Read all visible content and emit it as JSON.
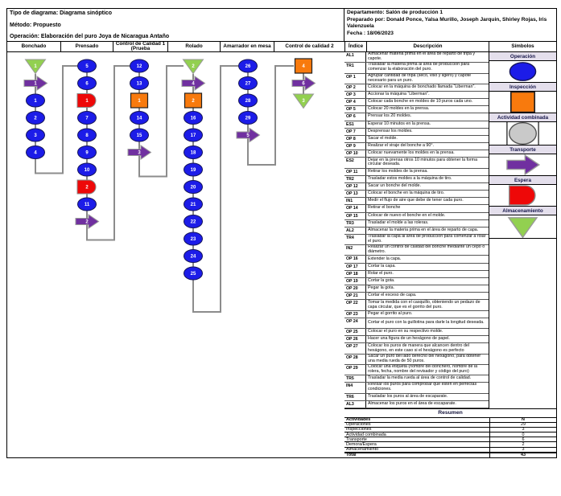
{
  "meta": {
    "tipo": "Tipo de diagrama: Diagrama sinóptico",
    "metodo": "Método: Propuesto",
    "operacion": "Operación: Elaboración del puro Joya de Nicaragua Antaño",
    "departamento": "Departamento: Salón de producción 1",
    "preparado": "Preparado por: Donald Ponce, Yalsa Murillo, Joseph Jarquin, Shirley Rojas, Iris Valenzuela",
    "fecha": "Fecha : 18/06/2023"
  },
  "columns": [
    "Bonchado",
    "Prensado",
    "Control de Calidad 1 (Prueba",
    "Rolado",
    "Amarrador en mesa",
    "Control de calidad 2"
  ],
  "table_headers": {
    "indice": "Índice",
    "descripcion": "Descripción",
    "simbolos": "Símbolos"
  },
  "rows": [
    {
      "index": "AL1",
      "desc": "Almacenar materia prima en el área de reparto de tripa y capote.",
      "lines": 2
    },
    {
      "index": "TR1",
      "desc": "Trasladar la materia prima al área de producción para comenzar la elaboración del puro.",
      "lines": 2
    },
    {
      "index": "OP 1",
      "desc": "Agrupar cantidad de tripa (seco, viso y ligero) y capote necesario para un puro.",
      "lines": 2
    },
    {
      "index": "OP 2",
      "desc": "Colocar en la máquina de bonchado llamada “Liberman”.",
      "lines": 1
    },
    {
      "index": "OP 3",
      "desc": "Accionar la máquina “Liberman”.",
      "lines": 1
    },
    {
      "index": "OP 4",
      "desc": "Colocar cada bonche en moldes de 10 puros cada uno.",
      "lines": 1
    },
    {
      "index": "OP 5",
      "desc": "Colocar 20 moldes en la prensa.",
      "lines": 1
    },
    {
      "index": "OP 6",
      "desc": "Prensar los 20 moldes.",
      "lines": 1
    },
    {
      "index": "ES1",
      "desc": "Esperar 10 minutos en la prensa.",
      "lines": 1
    },
    {
      "index": "OP 7",
      "desc": "Desprensar los moldes.",
      "lines": 1
    },
    {
      "index": "OP 8",
      "desc": "Sacar el molde.",
      "lines": 1
    },
    {
      "index": "OP 9",
      "desc": "Realizar el viraje del bonche a 90°.",
      "lines": 1
    },
    {
      "index": "OP 10",
      "desc": "Colocar nuevamente los moldes en la prensa.",
      "lines": 1
    },
    {
      "index": "ES2",
      "desc": "Dejar en la prensa otros 10 minutos para obtener la forma circular deseada.",
      "lines": 2
    },
    {
      "index": "OP 11",
      "desc": "Retirar los moldes de la prensa.",
      "lines": 1
    },
    {
      "index": "TR2",
      "desc": "Trasladar estos moldes a la máquina de tiro.",
      "lines": 1
    },
    {
      "index": "OP 12",
      "desc": "Sacar un bonche del molde.",
      "lines": 1
    },
    {
      "index": "OP 13",
      "desc": "Colocar el bonche en la máquina de tiro.",
      "lines": 1
    },
    {
      "index": "IN1",
      "desc": "Medir el flujo de aire que debe de tener cada puro.",
      "lines": 1
    },
    {
      "index": "OP 14",
      "desc": "Retirar el bonche",
      "lines": 1
    },
    {
      "index": "OP 15",
      "desc": "Colocar de nuevo el bonche en el molde.",
      "lines": 1
    },
    {
      "index": "TR3",
      "desc": "Trasladar el molde a las roleras.",
      "lines": 1
    },
    {
      "index": "AL2",
      "desc": "Almacenar la materia prima en el área de reparto de capa.",
      "lines": 1
    },
    {
      "index": "TR4",
      "desc": "Trasladar la capa al área de producción para comenzar a rolar el puro.",
      "lines": 2
    },
    {
      "index": "IN2",
      "desc": "Realizar un control de calidad del bonche mediante un cepo o diámetro.",
      "lines": 2
    },
    {
      "index": "OP 16",
      "desc": "Extender la capa.",
      "lines": 1
    },
    {
      "index": "OP 17",
      "desc": "Cortar la capa.",
      "lines": 1
    },
    {
      "index": "OP 18",
      "desc": "Rolar el puro.",
      "lines": 1
    },
    {
      "index": "OP 19",
      "desc": "Cortar la gota.",
      "lines": 1
    },
    {
      "index": "OP 20",
      "desc": "Pegar la gota.",
      "lines": 1
    },
    {
      "index": "OP 21",
      "desc": "Cortar el exceso de capa.",
      "lines": 1
    },
    {
      "index": "OP 22",
      "desc": "Tomar la medida con el casquillo, obteniendo un pedazo de capa circular, que es el gorrito del puro.",
      "lines": 2
    },
    {
      "index": "OP 23",
      "desc": "Pegar el gorrito al puro.",
      "lines": 1
    },
    {
      "index": "OP 24",
      "desc": "Cortar el puro con la guillotina para darle la longitud deseada.",
      "lines": 2
    },
    {
      "index": "OP 25",
      "desc": "Colocar el puro en su respectivo molde.",
      "lines": 1
    },
    {
      "index": "OP 26",
      "desc": "Hacer una figura de un hexágono de papel.",
      "lines": 1
    },
    {
      "index": "OP 27",
      "desc": "Colocar los puros de manera que alcancen dentro del hexágono, en este caso si el hexágono es perfecto",
      "lines": 2
    },
    {
      "index": "OP 28",
      "desc": "Sacar un puro del lado derecho del hexágono, para obtener una media rueda de 50 puros.",
      "lines": 2
    },
    {
      "index": "OP 29",
      "desc": "Colocar una etiqueta (nombre del bonchero, nombre de la rolera, fecha, nombre del revisador y código del puro)",
      "lines": 2
    },
    {
      "index": "TR5",
      "desc": "Trasladar la media rueda al área de control de calidad.",
      "lines": 1
    },
    {
      "index": "IN4",
      "desc": "Revisar los puros para comprobar que estén en perfectas condiciones.",
      "lines": 2
    },
    {
      "index": "TR6",
      "desc": "Trasladar los puros al área de escaparate.",
      "lines": 1
    },
    {
      "index": "AL3",
      "desc": "Almacenar los puros en el área de escaparate.",
      "lines": 1
    }
  ],
  "legend": [
    {
      "label": "Operación",
      "symbol": "operation"
    },
    {
      "label": "Inspección",
      "symbol": "inspection"
    },
    {
      "label": "Actividad combinada",
      "symbol": "combined"
    },
    {
      "label": "Transporte",
      "symbol": "transport"
    },
    {
      "label": "Espera",
      "symbol": "delay"
    },
    {
      "label": "Almacenamiento",
      "symbol": "storage"
    }
  ],
  "flowchart": {
    "columns": [
      [
        {
          "t": "storage",
          "n": "1"
        },
        {
          "t": "transport",
          "n": "1"
        },
        {
          "t": "operation",
          "n": "1"
        },
        {
          "t": "operation",
          "n": "2"
        },
        {
          "t": "operation",
          "n": "3"
        },
        {
          "t": "operation",
          "n": "4"
        }
      ],
      [
        {
          "t": "operation",
          "n": "5"
        },
        {
          "t": "operation",
          "n": "6"
        },
        {
          "t": "delay",
          "n": "1"
        },
        {
          "t": "operation",
          "n": "7"
        },
        {
          "t": "operation",
          "n": "8"
        },
        {
          "t": "operation",
          "n": "9"
        },
        {
          "t": "operation",
          "n": "10"
        },
        {
          "t": "delay",
          "n": "2"
        },
        {
          "t": "operation",
          "n": "11"
        },
        {
          "t": "transport",
          "n": "2"
        }
      ],
      [
        {
          "t": "operation",
          "n": "12"
        },
        {
          "t": "operation",
          "n": "13"
        },
        {
          "t": "inspection",
          "n": "1"
        },
        {
          "t": "operation",
          "n": "14"
        },
        {
          "t": "operation",
          "n": "15"
        },
        {
          "t": "transport",
          "n": "3"
        }
      ],
      [
        {
          "t": "storage",
          "n": "2"
        },
        {
          "t": "transport",
          "n": "4"
        },
        {
          "t": "inspection",
          "n": "2"
        },
        {
          "t": "operation",
          "n": "16"
        },
        {
          "t": "operation",
          "n": "17"
        },
        {
          "t": "operation",
          "n": "18"
        },
        {
          "t": "operation",
          "n": "19"
        },
        {
          "t": "operation",
          "n": "20"
        },
        {
          "t": "operation",
          "n": "21"
        },
        {
          "t": "operation",
          "n": "22"
        },
        {
          "t": "operation",
          "n": "23"
        },
        {
          "t": "operation",
          "n": "24"
        },
        {
          "t": "operation",
          "n": "25"
        }
      ],
      [
        {
          "t": "operation",
          "n": "26"
        },
        {
          "t": "operation",
          "n": "27"
        },
        {
          "t": "operation",
          "n": "28"
        },
        {
          "t": "operation",
          "n": "29"
        },
        {
          "t": "transport",
          "n": "5"
        }
      ],
      [
        {
          "t": "inspection",
          "n": "4"
        },
        {
          "t": "transport",
          "n": "6"
        },
        {
          "t": "storage",
          "n": "3"
        }
      ]
    ]
  },
  "resumen": {
    "title": "Resumen",
    "header": [
      "Actividades",
      "N"
    ],
    "rows": [
      [
        "Operaciones",
        "29"
      ],
      [
        "Inspecciones",
        "3"
      ],
      [
        "Actividad combinada",
        "0"
      ],
      [
        "Transporte",
        "6"
      ],
      [
        "Demora/Espera",
        "2"
      ],
      [
        "Almacenamiento",
        "3"
      ]
    ],
    "total": [
      "Total",
      "43"
    ]
  },
  "colors": {
    "operation": "#1C1CE8",
    "operation_stroke": "#14145A",
    "inspection": "#F87A0D",
    "transport": "#7030A0",
    "delay": "#EE0808",
    "storage": "#92D050",
    "legend_bg": "#E4DFEC",
    "connector": "#8C8C8C"
  }
}
